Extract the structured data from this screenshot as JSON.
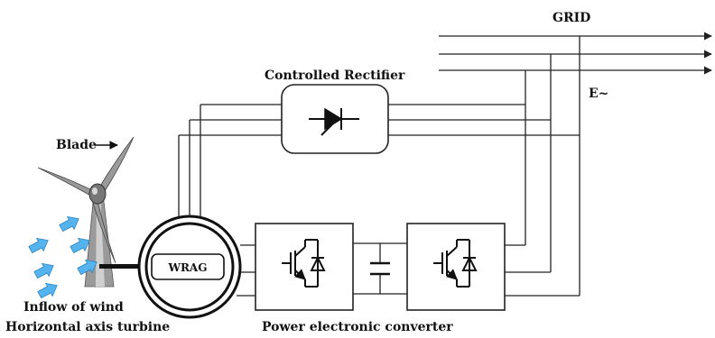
{
  "labels": {
    "grid": "GRID",
    "grid_voltage": "E~",
    "controlled_rectifier": "Controlled Rectifier",
    "blade": "Blade",
    "generator": "WRAG",
    "inflow_of_wind": "Inflow of wind",
    "horizontal_axis_turbine": "Horizontal axis turbine",
    "power_electronic_converter": "Power electronic converter"
  },
  "colors": {
    "wind_arrow_fill": "#55b4ee",
    "wind_arrow_stroke": "#2a86c4",
    "turbine_gray": "#8f8f8f",
    "line": "#222222"
  },
  "icons": {
    "rectifier": "thyristor-icon",
    "converter_switch": "igbt-diode-icon",
    "dc_link": "capacitor-icon",
    "wind": "wind-arrow-icon"
  }
}
